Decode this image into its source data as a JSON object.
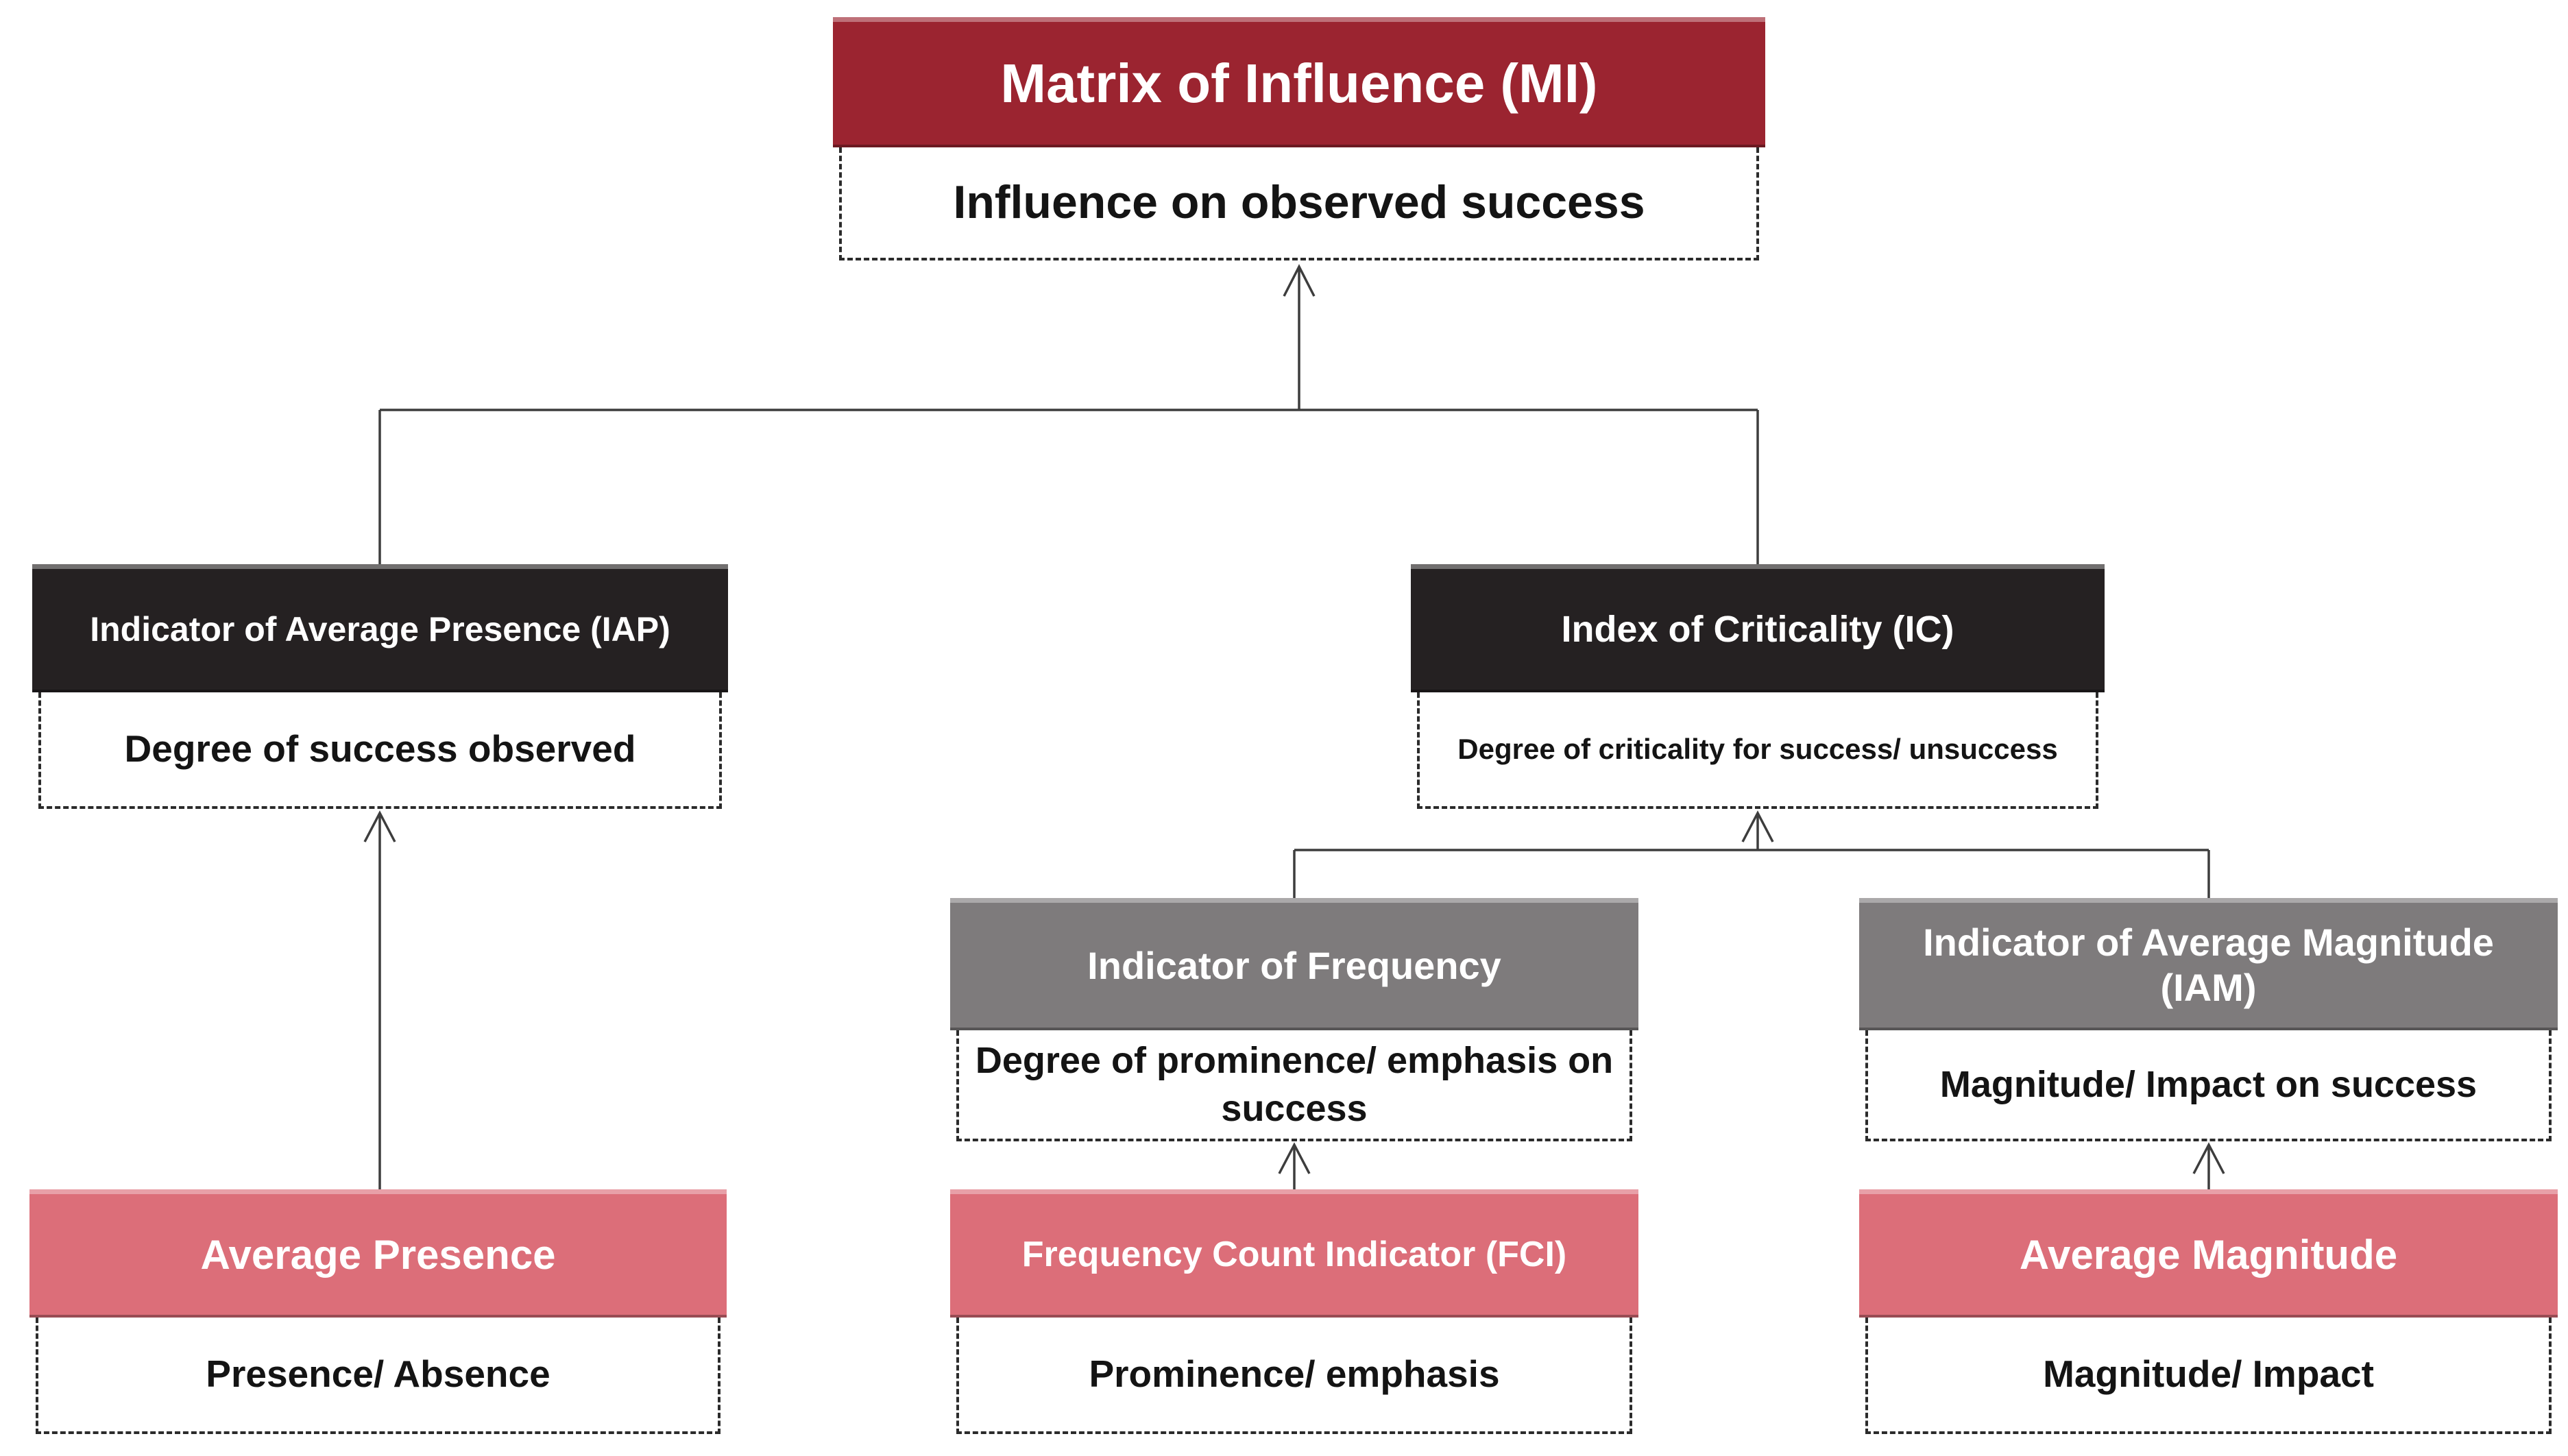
{
  "diagram": {
    "nodes": {
      "mi": {
        "label": "Matrix of Influence (MI)",
        "sublabel": "Influence on observed success",
        "color": "#9b2430"
      },
      "iap": {
        "label": "Indicator of Average Presence (IAP)",
        "sublabel": "Degree of success observed",
        "color": "#252122"
      },
      "ic": {
        "label": "Index of Criticality (IC)",
        "sublabel": "Degree of criticality for success/ unsuccess",
        "color": "#252122"
      },
      "freq": {
        "label": "Indicator of Frequency",
        "sublabel": "Degree of prominence/ emphasis on success",
        "color": "#7e7b7c"
      },
      "iam": {
        "label": "Indicator of Average Magnitude (IAM)",
        "sublabel": "Magnitude/ Impact on success",
        "color": "#7e7b7c"
      },
      "avg_presence": {
        "label": "Average Presence",
        "sublabel": "Presence/ Absence",
        "color": "#dc6e79"
      },
      "fci": {
        "label": "Frequency Count Indicator (FCI)",
        "sublabel": "Prominence/ emphasis",
        "color": "#dc6e79"
      },
      "avg_magnitude": {
        "label": "Average Magnitude",
        "sublabel": "Magnitude/ Impact",
        "color": "#dc6e79"
      }
    },
    "connectors": [
      {
        "from": [
          "iap",
          "ic"
        ],
        "to": "mi"
      },
      {
        "from": [
          "freq",
          "iam"
        ],
        "to": "ic"
      },
      {
        "from": "avg_presence",
        "to": "iap"
      },
      {
        "from": "fci",
        "to": "freq"
      },
      {
        "from": "avg_magnitude",
        "to": "iam"
      }
    ],
    "line_color": "#3d3d3d"
  }
}
